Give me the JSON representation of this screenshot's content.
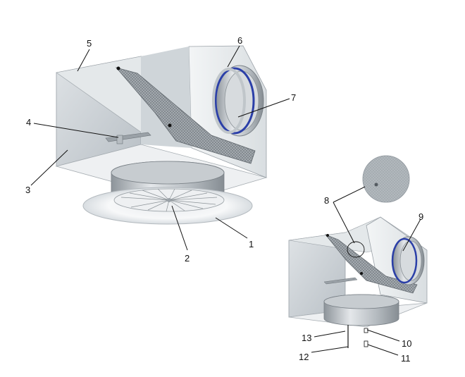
{
  "figure": {
    "callouts": [
      {
        "id": "c1",
        "text": "1"
      },
      {
        "id": "c2",
        "text": "2"
      },
      {
        "id": "c3",
        "text": "3"
      },
      {
        "id": "c4",
        "text": "4"
      },
      {
        "id": "c5",
        "text": "5"
      },
      {
        "id": "c6",
        "text": "6"
      },
      {
        "id": "c7",
        "text": "7"
      },
      {
        "id": "c8",
        "text": "8"
      },
      {
        "id": "c9",
        "text": "9"
      },
      {
        "id": "c10",
        "text": "10"
      },
      {
        "id": "c11",
        "text": "11"
      },
      {
        "id": "c12",
        "text": "12"
      },
      {
        "id": "c13",
        "text": "13"
      }
    ],
    "colors": {
      "box_front": "#c9cfd4",
      "box_side": "#e9ecee",
      "box_top": "#d7dcdf",
      "steel": "#a9b0b6",
      "seal_ring": "#2b3fa8",
      "diffuser": "#f2f4f6",
      "mesh": "#8b9298"
    }
  }
}
